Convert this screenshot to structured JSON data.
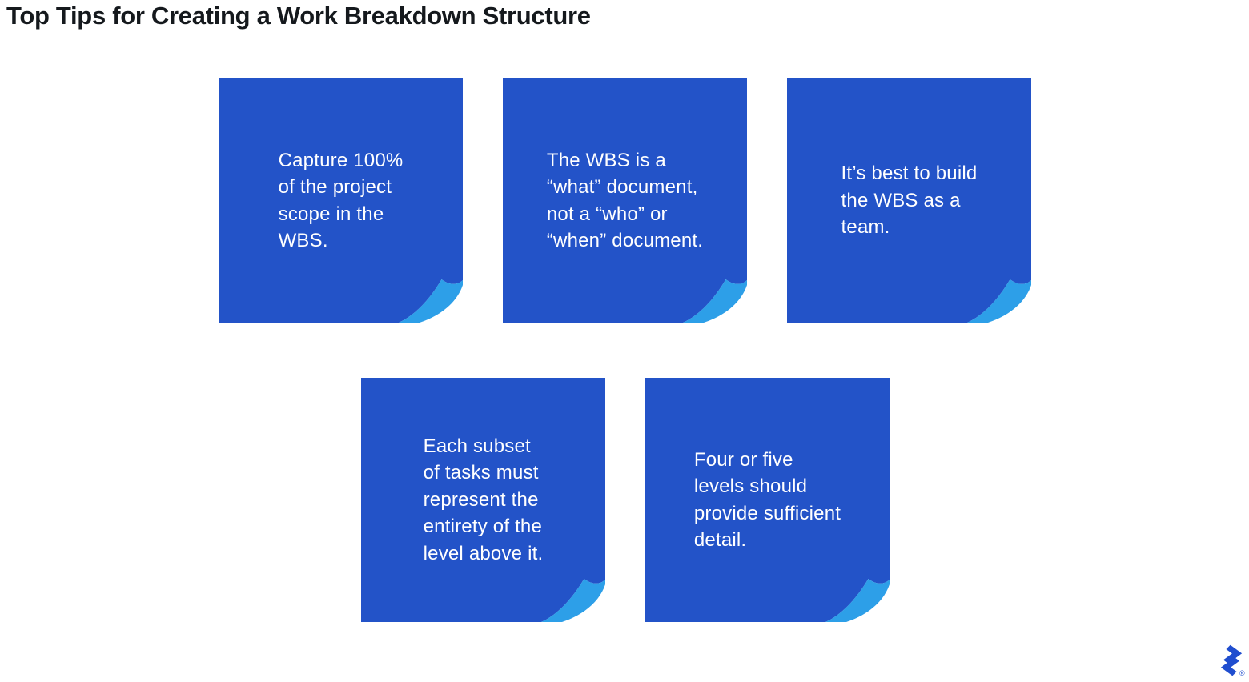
{
  "title": "Top Tips for Creating a Work Breakdown Structure",
  "colors": {
    "note_blue": "#2353c8",
    "curl_blue": "#2d9fe8",
    "logo_blue": "#204ecf",
    "title_color": "#15191d",
    "note_text_color": "#ffffff",
    "background": "#ffffff"
  },
  "notes": [
    {
      "lines": [
        "Capture 100%",
        "of the project",
        "scope in the",
        "WBS."
      ]
    },
    {
      "lines": [
        "The WBS is a",
        "“what” document,",
        "not a “who” or",
        "“when” document."
      ]
    },
    {
      "lines": [
        "It’s best to build",
        "the WBS as a",
        "team."
      ]
    },
    {
      "lines": [
        "Each subset",
        "of tasks must",
        "represent the",
        "entirety of the",
        "level above it."
      ]
    },
    {
      "lines": [
        "Four or five",
        "levels should",
        "provide sufficient",
        "detail."
      ]
    }
  ],
  "logo": {
    "name": "Toptal",
    "registered_mark": "®"
  }
}
